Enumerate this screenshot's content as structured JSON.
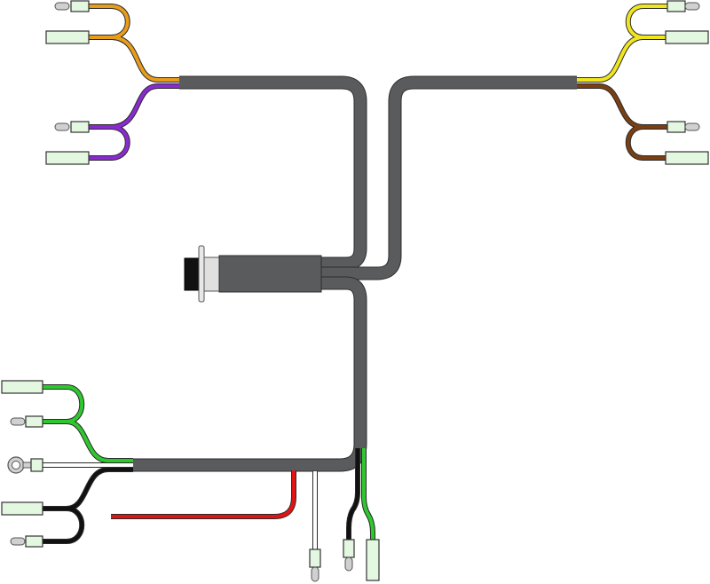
{
  "diagram": {
    "type": "wiring-harness",
    "colors": {
      "sheath": "#5a5b5c",
      "orange": "#e89c1c",
      "purple": "#8a2bd0",
      "yellow": "#f0e61e",
      "brown": "#7a3f12",
      "green": "#2ec82e",
      "white": "#ffffff",
      "black": "#111111",
      "red": "#e01414",
      "connector": "#e3f7e1"
    },
    "branches": [
      {
        "name": "top-left",
        "wires": [
          "orange",
          "purple"
        ]
      },
      {
        "name": "top-right",
        "wires": [
          "yellow",
          "brown"
        ]
      },
      {
        "name": "bottom-left",
        "wires": [
          "green",
          "white",
          "black"
        ]
      },
      {
        "name": "bottom-drops",
        "wires": [
          "red",
          "white",
          "black",
          "green"
        ]
      }
    ]
  }
}
